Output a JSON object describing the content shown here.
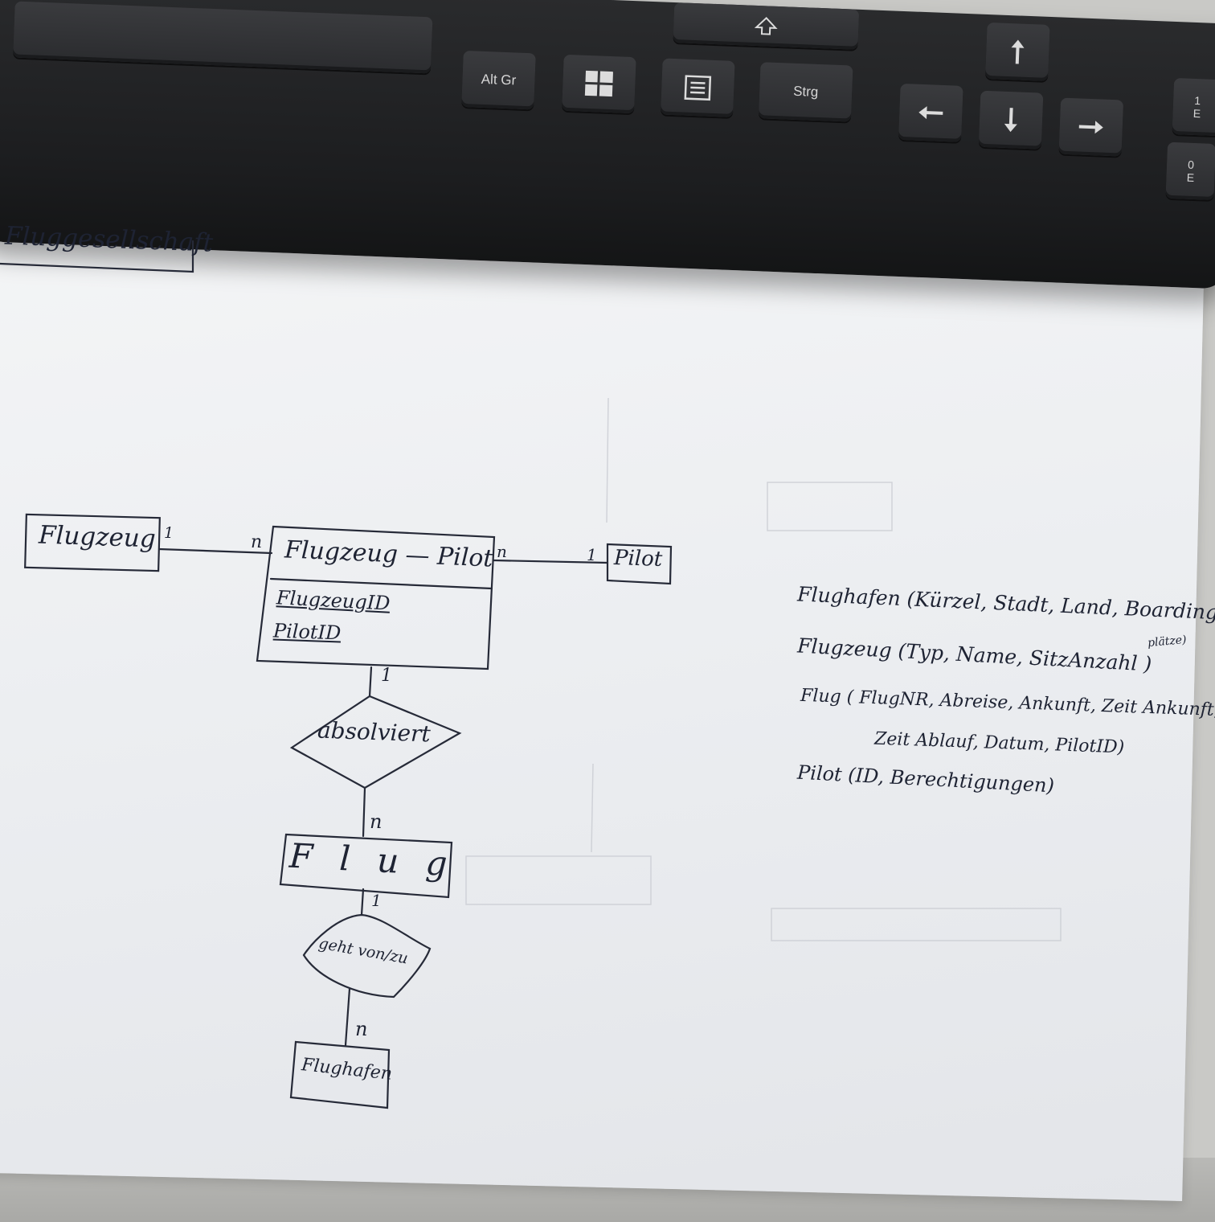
{
  "keyboard": {
    "keys": {
      "alt_gr": "Alt Gr",
      "strg": "Strg",
      "side_top": "1",
      "side_top_sub": "E",
      "side_bottom": "0",
      "side_bottom_sub": "E"
    },
    "icons": [
      "windows-icon",
      "menu-icon",
      "shift-icon",
      "arrow-up-icon",
      "arrow-down-icon",
      "arrow-left-icon",
      "arrow-right-icon"
    ]
  },
  "sheet": {
    "title": "Fluggesellschaft",
    "diagram": {
      "entity_flugzeug": "Flugzeug",
      "relationship_table": {
        "name": "Flugzeug — Pilot",
        "attr1": "FlugzeugID",
        "attr2": "PilotID"
      },
      "entity_pilot": "Pilot",
      "relationship_absolviert": "absolviert",
      "entity_flug": "F l u g",
      "relationship_geht": "geht von/zu",
      "entity_flughafen": "Flughafen",
      "cardinalities": {
        "flugzeug_left": "1",
        "table_left": "n",
        "table_right": "n",
        "pilot_left": "1",
        "table_bottom": "1",
        "flug_top": "n",
        "flug_bottom": "1",
        "flughafen_top": "n"
      }
    },
    "schema": {
      "line1": "Flughafen (Kürzel, Stadt, Land, Boarding-",
      "line1b": "plätze)",
      "line2": "Flugzeug (Typ, Name, SitzAnzahl )",
      "line3": "Flug ( FlugNR, Abreise, Ankunft, Zeit Ankunft,",
      "line4": "Zeit Ablauf, Datum, PilotID)",
      "line5": "Pilot (ID, Berechtigungen)"
    }
  }
}
